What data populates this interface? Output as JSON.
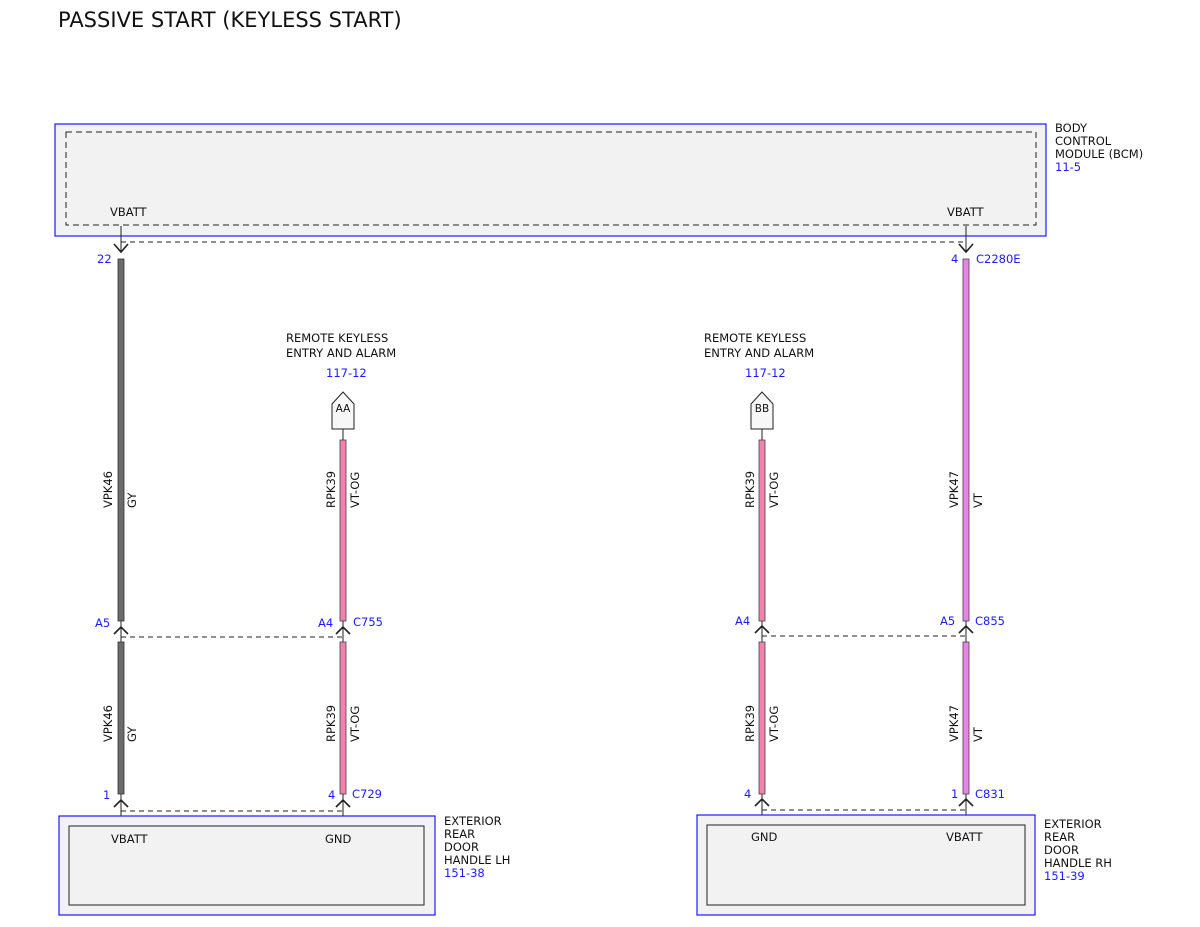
{
  "title": "PASSIVE START (KEYLESS START)",
  "bcm": {
    "name_lines": [
      "BODY",
      "CONTROL",
      "MODULE (BCM)"
    ],
    "ref": "11-5",
    "pin_left": "VBATT",
    "pin_right": "VBATT"
  },
  "remote_left": {
    "name_lines": [
      "REMOTE KEYLESS",
      "ENTRY AND ALARM"
    ],
    "ref": "117-12",
    "connector": "AA"
  },
  "remote_right": {
    "name_lines": [
      "REMOTE KEYLESS",
      "ENTRY AND ALARM"
    ],
    "ref": "117-12",
    "connector": "BB"
  },
  "handle_lh": {
    "name_lines": [
      "EXTERIOR",
      "REAR",
      "DOOR",
      "HANDLE LH"
    ],
    "ref": "151-38",
    "pin_left": "VBATT",
    "pin_right": "GND"
  },
  "handle_rh": {
    "name_lines": [
      "EXTERIOR",
      "REAR",
      "DOOR",
      "HANDLE RH"
    ],
    "ref": "151-39",
    "pin_left": "GND",
    "pin_right": "VBATT"
  },
  "pins": {
    "bcm_left": "22",
    "bcm_right": "4",
    "bcm_right_connector": "C2280E",
    "lh_mid_left": "A5",
    "lh_mid_right": "A4",
    "lh_mid_connector": "C755",
    "rh_mid_left": "A4",
    "rh_mid_right": "A5",
    "rh_mid_connector": "C855",
    "lh_bottom_left": "1",
    "lh_bottom_right": "4",
    "lh_bottom_connector": "C729",
    "rh_bottom_left": "4",
    "rh_bottom_right": "1",
    "rh_bottom_connector": "C831"
  },
  "wires": {
    "w1": {
      "circuit": "VPK46",
      "color": "GY"
    },
    "w2": {
      "circuit": "RPK39",
      "color": "VT-OG"
    },
    "w3": {
      "circuit": "RPK39",
      "color": "VT-OG"
    },
    "w4": {
      "circuit": "VPK47",
      "color": "VT"
    }
  },
  "colors": {
    "module_border": "#1a1aff",
    "module_fill": "#f2f2f2",
    "wire_gy": "#6b6b6b",
    "wire_vt_og": "#ef83ad",
    "wire_vt": "#e883e8",
    "label_blue": "#1a1aff"
  }
}
